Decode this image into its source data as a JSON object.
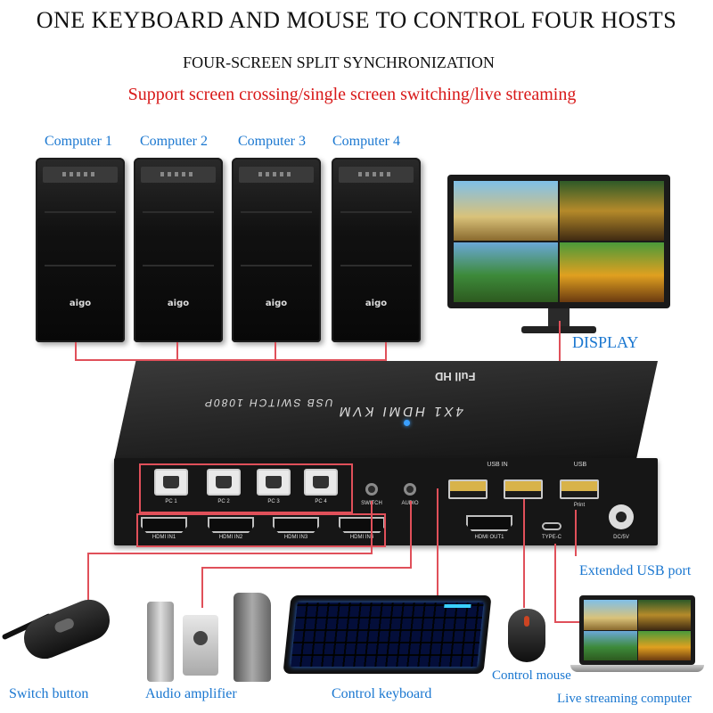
{
  "header": {
    "title": "ONE KEYBOARD AND MOUSE TO CONTROL FOUR HOSTS",
    "subtitle": "FOUR-SCREEN SPLIT SYNCHRONIZATION",
    "tagline": "Support screen crossing/single screen switching/live streaming"
  },
  "computers": [
    {
      "label": "Computer 1",
      "logo": "aigo"
    },
    {
      "label": "Computer 2",
      "logo": "aigo"
    },
    {
      "label": "Computer 3",
      "logo": "aigo"
    },
    {
      "label": "Computer 4",
      "logo": "aigo"
    }
  ],
  "display": {
    "label": "DISPLAY"
  },
  "kvm": {
    "top_title": "4X1 HDMI KVM",
    "top_subtitle": "USB SWITCH 1080P",
    "top_badge": "Full HD",
    "usb_b_ports": [
      "PC 1",
      "PC 2",
      "PC 3",
      "PC 4"
    ],
    "hdmi_in_ports": [
      "HDMI IN1",
      "HDMI IN2",
      "HDMI IN3",
      "HDMI IN4"
    ],
    "switch_label": "SWITCH",
    "audio_label": "AUDIO",
    "usb_in_label": "USB IN",
    "hdmi_out_label": "HDMI OUT1",
    "usb_label": "USB",
    "print_label": "Print",
    "typec_label": "TYPE-C",
    "dc_label": "DC/5V"
  },
  "peripherals": {
    "extended_usb": "Extended USB port",
    "switch_button": "Switch button",
    "audio_amplifier": "Audio amplifier",
    "control_keyboard": "Control keyboard",
    "control_mouse": "Control mouse",
    "live_streaming": "Live streaming computer"
  },
  "colors": {
    "label_blue": "#1a77d0",
    "tagline_red": "#d81818",
    "connector_red": "#e0505a"
  }
}
